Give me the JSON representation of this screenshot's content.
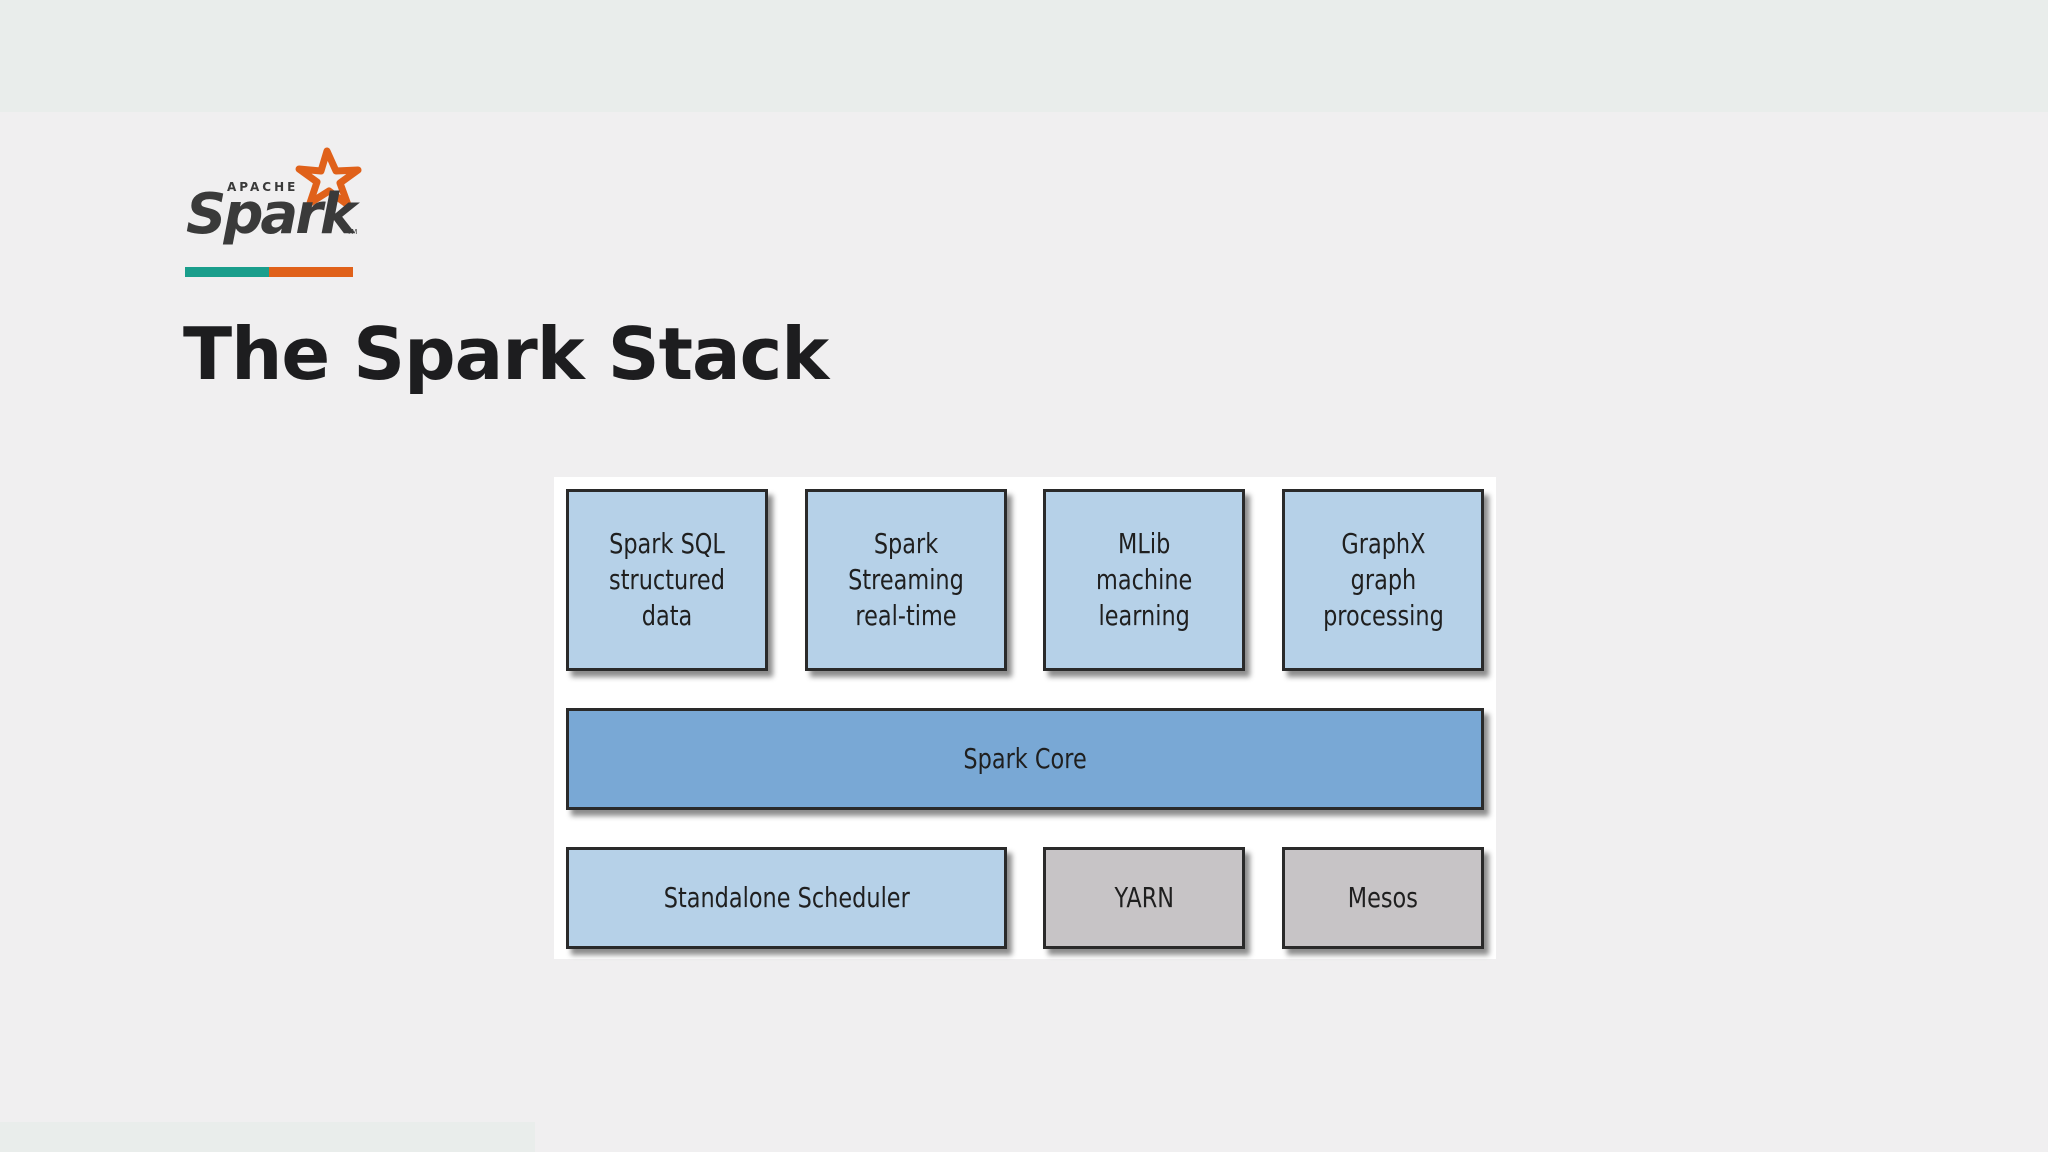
{
  "header": {
    "logo": {
      "icon": "apache-spark-logo",
      "word": "Spark",
      "prefix": "APACHE",
      "trademark": "TM"
    },
    "accent_colors": [
      "#1a9e8c",
      "#e0611a"
    ],
    "title": "The Spark Stack"
  },
  "diagram": {
    "colors": {
      "light": "#b6d1e8",
      "core": "#79a8d5",
      "gray": "#c7c4c6"
    },
    "libraries": [
      {
        "label": "Spark SQL\nstructured data"
      },
      {
        "label": "Spark Streaming\nreal-time"
      },
      {
        "label": "MLib\nmachine\nlearning"
      },
      {
        "label": "GraphX\ngraph\nprocessing"
      }
    ],
    "core": {
      "label": "Spark Core"
    },
    "schedulers": [
      {
        "label": "Standalone Scheduler"
      },
      {
        "label": "YARN"
      },
      {
        "label": "Mesos"
      }
    ]
  }
}
